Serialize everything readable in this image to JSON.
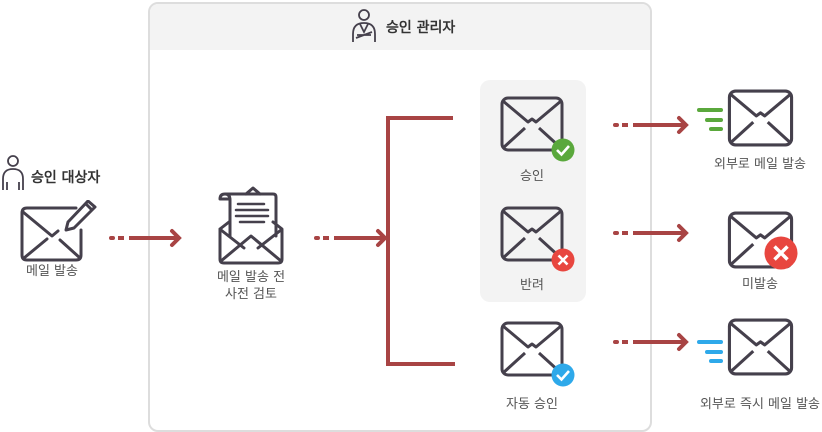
{
  "colors": {
    "arrow": "#a84444",
    "icon": "#45404c",
    "approve": "#5aa83c",
    "reject": "#e8463f",
    "auto": "#2ea9ea",
    "panel": "#f3f3f3"
  },
  "requester": {
    "title": "승인 대상자",
    "icon": "person-icon",
    "action_label": "메일 발송"
  },
  "admin": {
    "title": "승인 관리자",
    "icon": "admin-person-icon",
    "review_label_line1": "메일 발송 전",
    "review_label_line2": "사전 검토"
  },
  "decisions": [
    {
      "label": "승인",
      "badge": "check-icon",
      "result": "외부로 메일 발송"
    },
    {
      "label": "반려",
      "badge": "x-icon",
      "result": "미발송"
    },
    {
      "label": "자동 승인",
      "badge": "check-icon",
      "result": "외부로 즉시 메일 발송"
    }
  ]
}
